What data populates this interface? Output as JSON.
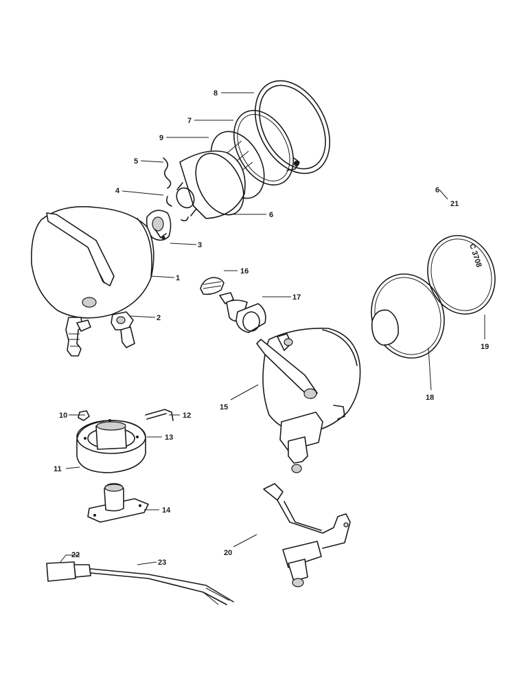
{
  "labels": {
    "p1": "1",
    "p2": "2",
    "p3": "3",
    "p4": "4",
    "p5": "5",
    "p6": "6",
    "p7": "7",
    "p8": "8",
    "p9": "9",
    "p10": "10",
    "p11": "11",
    "p12": "12",
    "p13": "13",
    "p14": "14",
    "p15": "15",
    "p16": "16",
    "p17": "17",
    "p18": "18",
    "p19": "19",
    "p20": "20",
    "p21": "21",
    "p22": "22",
    "p23": "23"
  },
  "drawing_number": "C 3708",
  "small_mark": "6"
}
